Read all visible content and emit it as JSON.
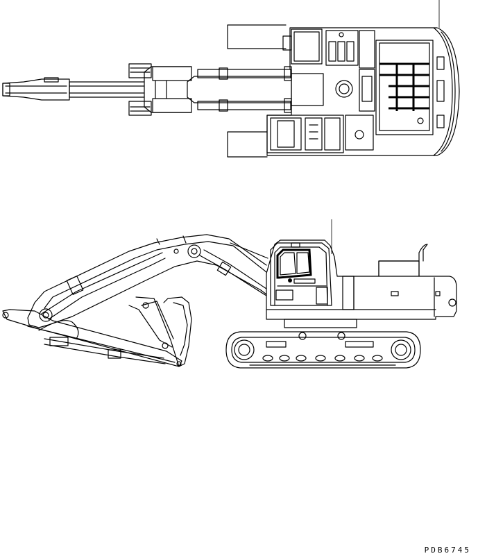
{
  "drawing_code": "PDB6745",
  "views": {
    "top": "excavator-top-view",
    "side": "excavator-side-view"
  }
}
